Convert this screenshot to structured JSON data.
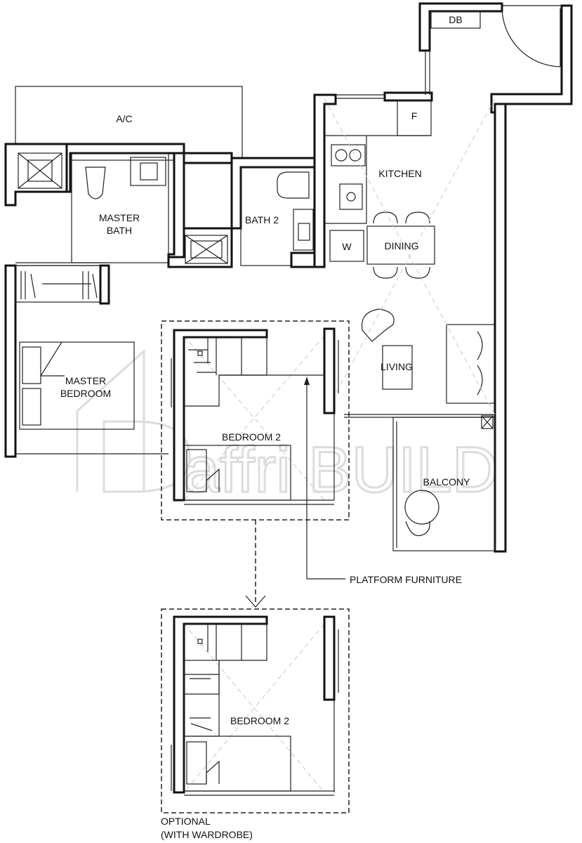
{
  "rooms": {
    "ac": "A/C",
    "db": "DB",
    "f": "F",
    "kitchen": "KITCHEN",
    "master_bath_line1": "MASTER",
    "master_bath_line2": "BATH",
    "bath2": "BATH 2",
    "w": "W",
    "dining": "DINING",
    "living": "LIVING",
    "master_bedroom_line1": "MASTER",
    "master_bedroom_line2": "BEDROOM",
    "bedroom2": "BEDROOM 2",
    "balcony": "BALCONY",
    "bedroom2_optional": "BEDROOM 2"
  },
  "annotations": {
    "platform_furniture": "PLATFORM FURNITURE",
    "optional_line1": "OPTIONAL",
    "optional_line2": "(WITH WARDROBE)"
  },
  "watermark": {
    "text": "affri BUILD"
  }
}
